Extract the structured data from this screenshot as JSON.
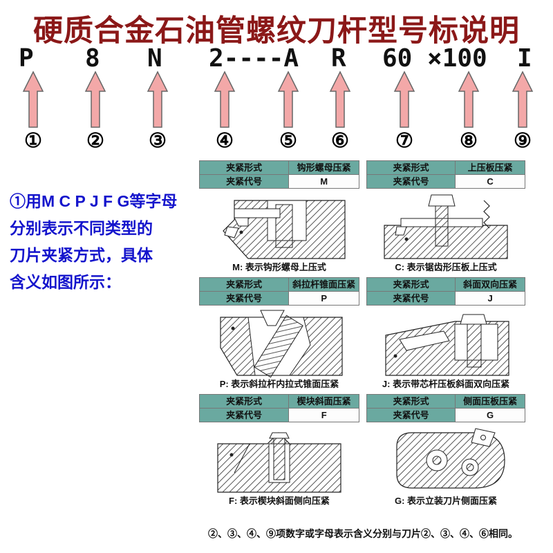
{
  "title": "硬质合金石油管螺纹刀杆型号标说明",
  "code": [
    "P",
    "8",
    "N",
    "2----A",
    "R",
    "60 ×100",
    "I"
  ],
  "markers": [
    "①",
    "②",
    "③",
    "④",
    "⑤",
    "⑥",
    "⑦",
    "⑧",
    "⑨"
  ],
  "note_left": {
    "lines": [
      "①用M C P J F G等字母",
      "分别表示不同类型的",
      "刀片夹紧方式，具体",
      "含义如图所示："
    ]
  },
  "panels": [
    {
      "form_label": "夹紧形式",
      "form_value": "钩形螺母压紧",
      "code_label": "夹紧代号",
      "code_value": "M",
      "caption": "M: 表示钩形螺母上压式",
      "drawing": "hook-nut-clamp-drawing"
    },
    {
      "form_label": "夹紧形式",
      "form_value": "上压板压紧",
      "code_label": "夹紧代号",
      "code_value": "C",
      "caption": "C: 表示锯齿形压板上压式",
      "drawing": "serrated-plate-clamp-drawing"
    },
    {
      "form_label": "夹紧形式",
      "form_value": "斜拉杆锥面压紧",
      "code_label": "夹紧代号",
      "code_value": "P",
      "caption": "P: 表示斜拉杆内拉式锥面压紧",
      "drawing": "pull-rod-cone-clamp-drawing"
    },
    {
      "form_label": "夹紧形式",
      "form_value": "斜面双向压紧",
      "code_label": "夹紧代号",
      "code_value": "J",
      "caption": "J: 表示带芯杆压板斜面双向压紧",
      "drawing": "core-rod-bidirectional-clamp-drawing"
    },
    {
      "form_label": "夹紧形式",
      "form_value": "楔块斜面压紧",
      "code_label": "夹紧代号",
      "code_value": "F",
      "caption": "F: 表示楔块斜面侧向压紧",
      "drawing": "wedge-side-clamp-drawing"
    },
    {
      "form_label": "夹紧形式",
      "form_value": "侧面压板压紧",
      "code_label": "夹紧代号",
      "code_value": "G",
      "caption": "G: 表示立装刀片侧面压紧",
      "drawing": "vertical-insert-side-clamp-drawing"
    }
  ],
  "bottom_note": "②、③、④、⑨项数字或字母表示含义分别与刀片②、③、④、⑥相同。",
  "colors": {
    "title": "#8b1818",
    "arrow_fill": "#f3a8a8",
    "table_teal": "#6aa9a0",
    "blue_text": "#1414cc"
  }
}
